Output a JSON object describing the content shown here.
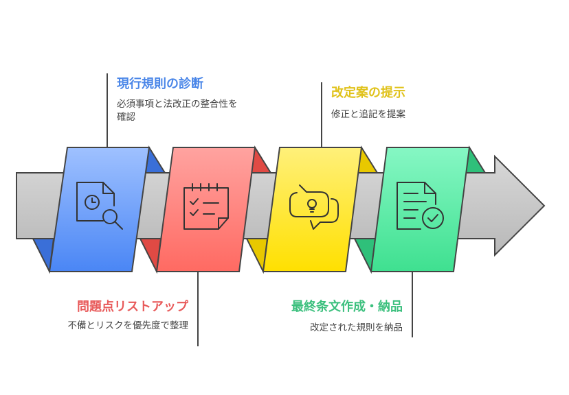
{
  "steps": [
    {
      "title": "現行規則の診断",
      "desc": "必須事項と法改正の整合性を確認",
      "color": "#4a86e8",
      "icon": "document-clock-search-icon"
    },
    {
      "title": "問題点リストアップ",
      "desc": "不備とリスクを優先度で整理",
      "color": "#e85a5a",
      "icon": "checklist-icon"
    },
    {
      "title": "改定案の提示",
      "desc": "修正と追記を提案",
      "color": "#e0c21a",
      "icon": "chat-lightbulb-icon"
    },
    {
      "title": "最終条文作成・納品",
      "desc": "改定された規則を納品",
      "color": "#3cc07e",
      "icon": "document-check-icon"
    }
  ]
}
